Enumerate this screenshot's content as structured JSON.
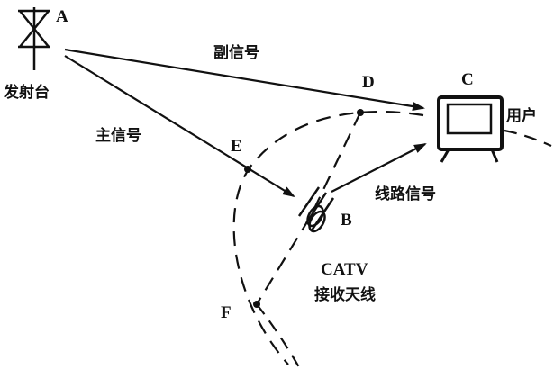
{
  "labels": {
    "point_a": "A",
    "point_b": "B",
    "point_c": "C",
    "point_d": "D",
    "point_e": "E",
    "point_f": "F",
    "transmitter": "发射台",
    "secondary_signal": "副信号",
    "main_signal": "主信号",
    "line_signal": "线路信号",
    "user": "用户",
    "catv": "CATV",
    "antenna": "接收天线"
  },
  "icons": {
    "tower": "transmitter-tower-icon",
    "tv": "television-icon",
    "antenna": "yagi-antenna-icon"
  },
  "colors": {
    "ink": "#111111",
    "background": "#ffffff"
  }
}
